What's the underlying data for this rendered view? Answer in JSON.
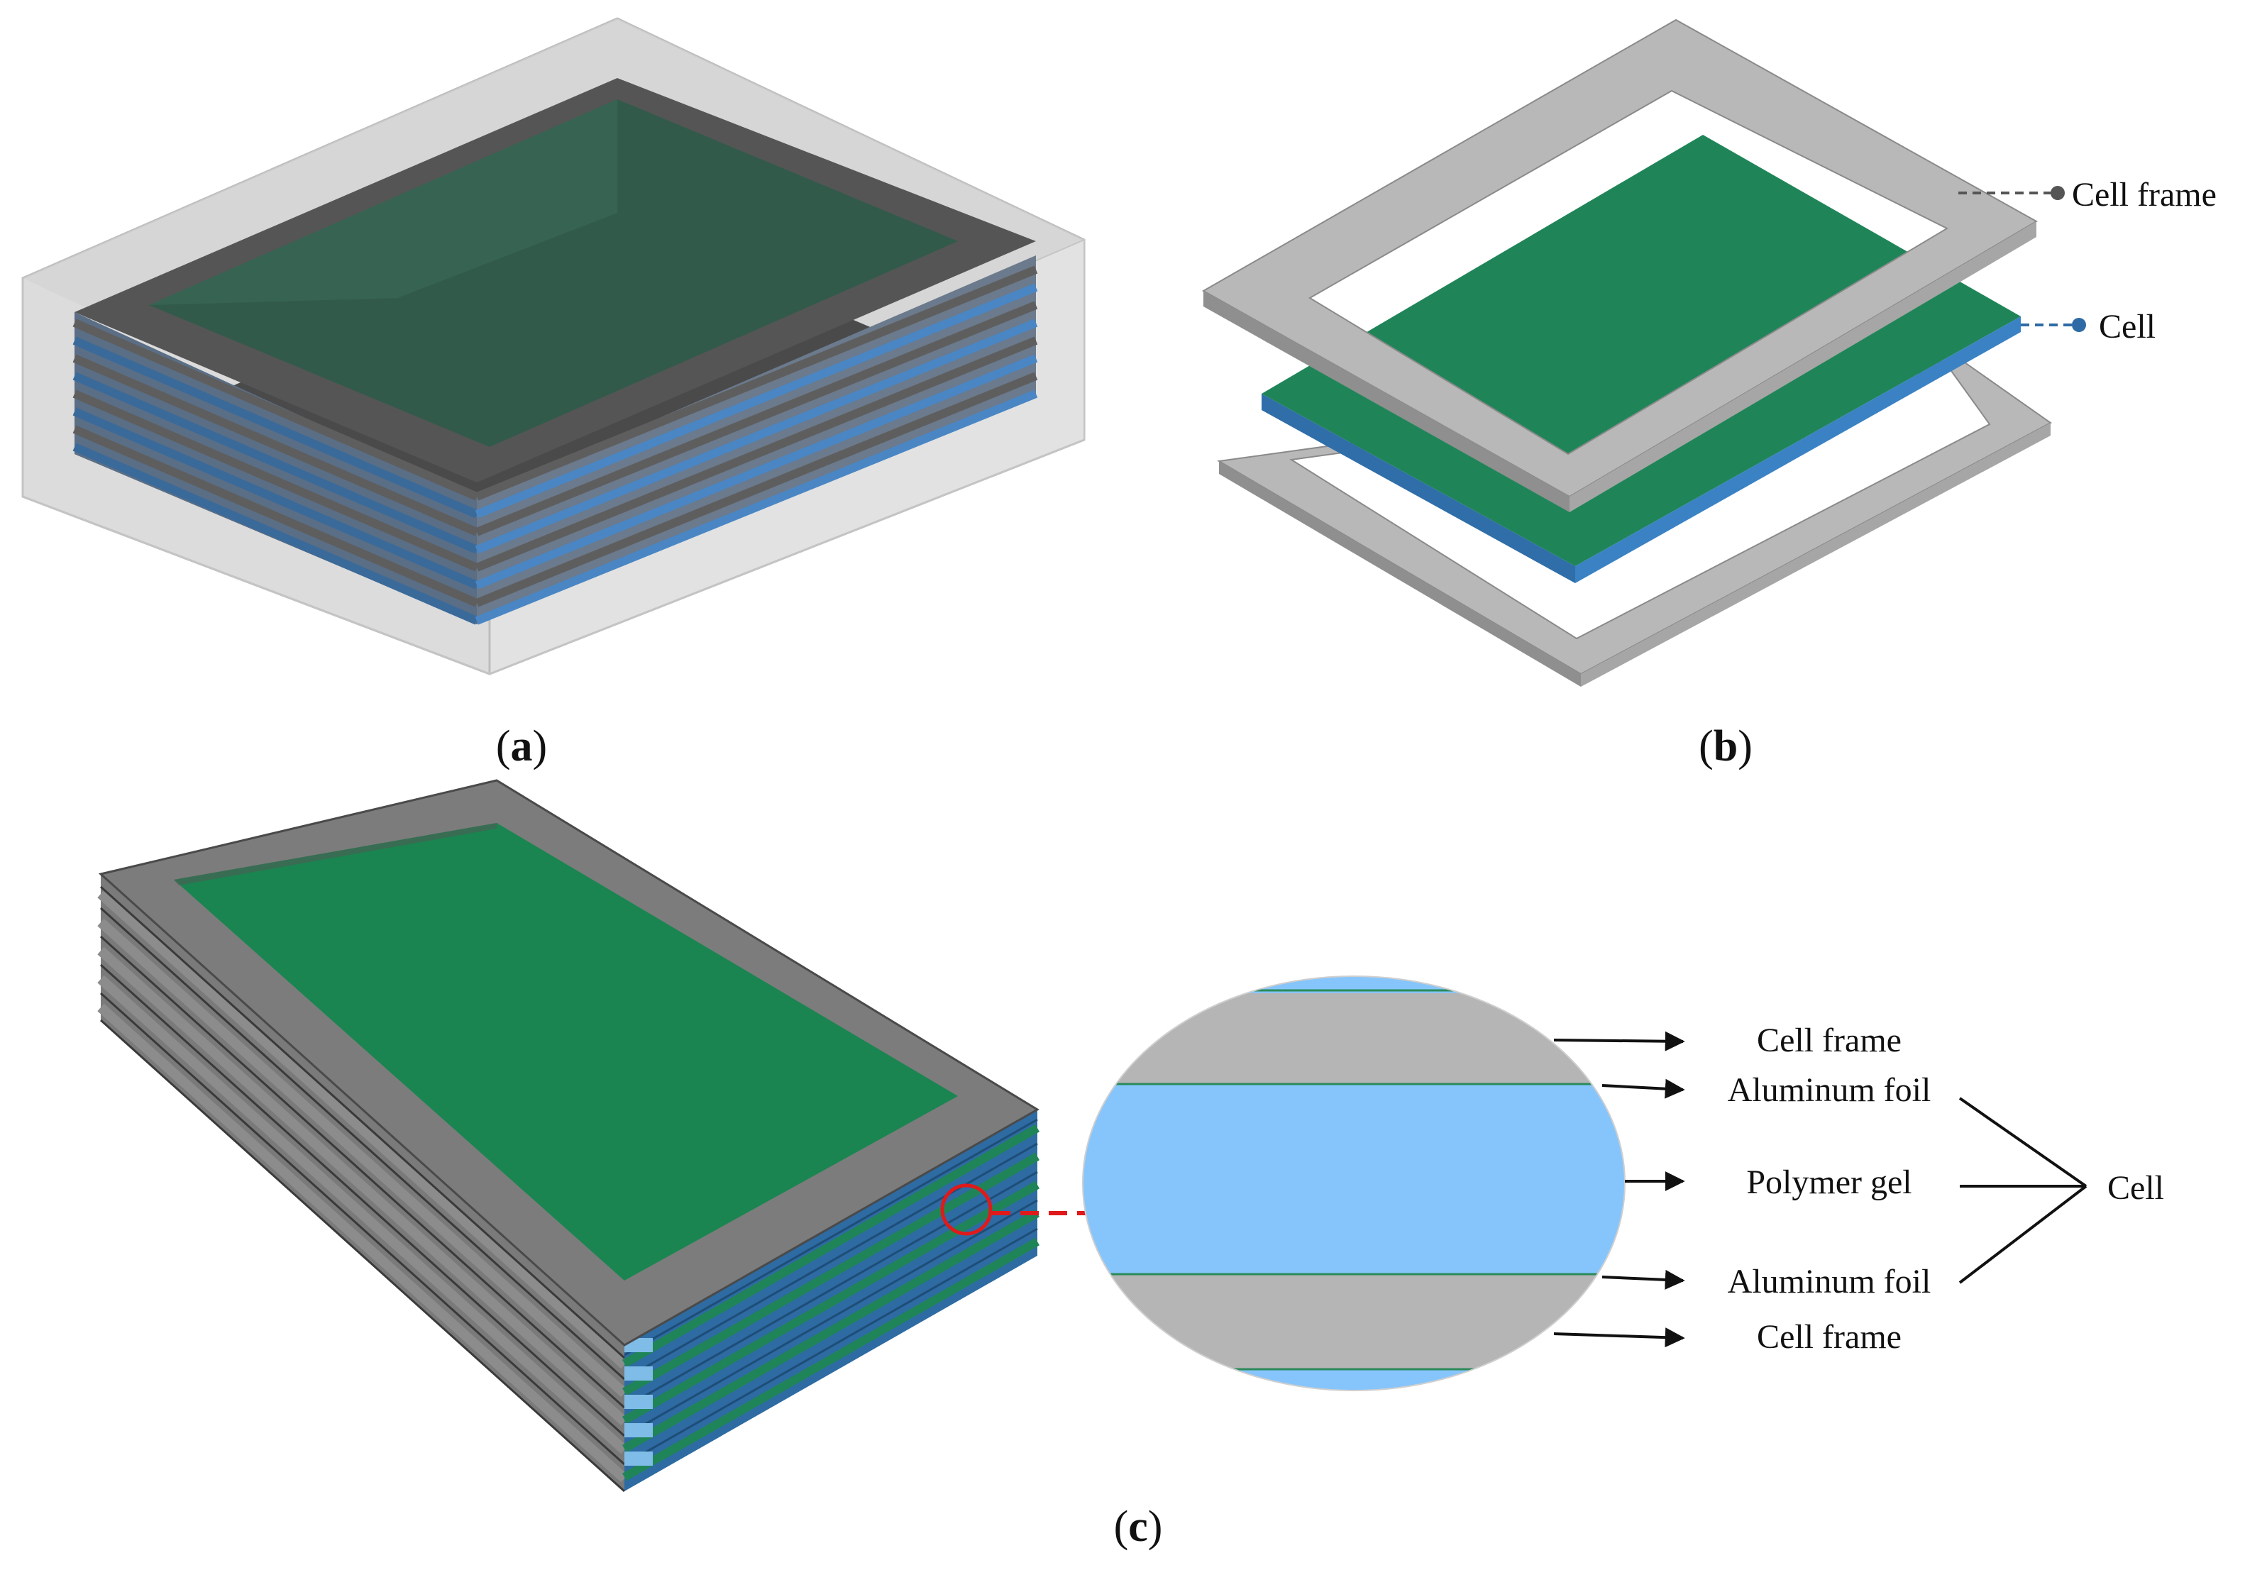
{
  "panels": {
    "a": {
      "open": "(",
      "letter": "a",
      "close": ")"
    },
    "b": {
      "open": "(",
      "letter": "b",
      "close": ")"
    },
    "c": {
      "open": "(",
      "letter": "c",
      "close": ")"
    }
  },
  "callouts_b": {
    "cell_frame": "Cell frame",
    "cell": "Cell"
  },
  "callouts_c": {
    "cell_frame_top": "Cell frame",
    "aluminum_foil_top": "Aluminum foil",
    "polymer_gel": "Polymer gel",
    "aluminum_foil_bottom": "Aluminum foil",
    "cell_frame_bottom": "Cell frame",
    "cell": "Cell"
  },
  "colors": {
    "frame_dark": "#5e5e5e",
    "frame_light": "#b4b4b4",
    "cell_green": "#1f8558",
    "cell_blue": "#3a78b4",
    "gel_blue": "#86c5fb",
    "enclosure": "#d9d9d9",
    "zoom_marker": "#e0191b"
  }
}
